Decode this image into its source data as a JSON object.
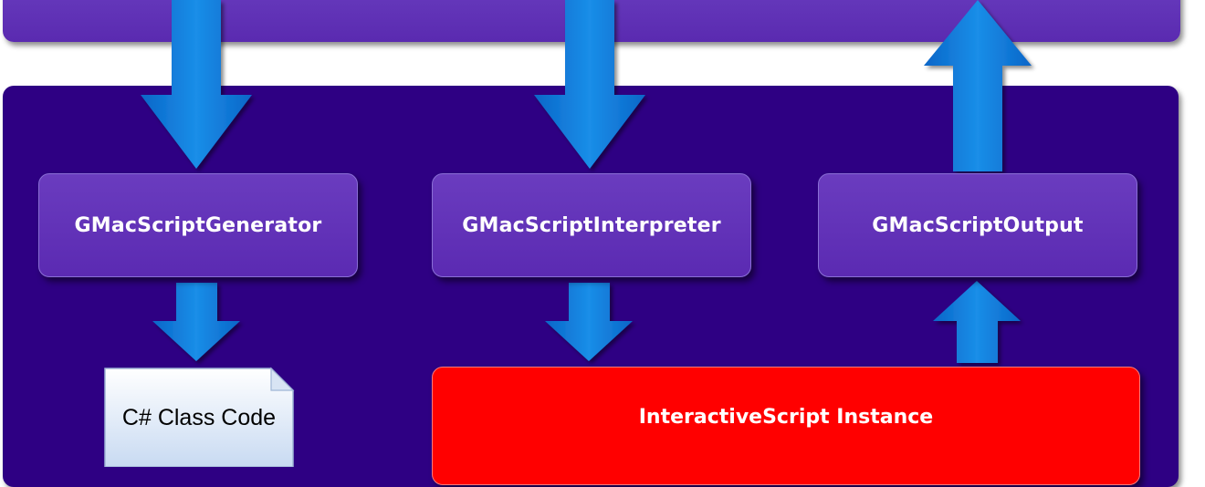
{
  "diagram": {
    "components": {
      "generator": "GMacScriptGenerator",
      "interpreter": "GMacScriptInterpreter",
      "output": "GMacScriptOutput"
    },
    "document": {
      "label": "C# Class Code"
    },
    "instance": {
      "label": "InteractiveScript Instance"
    },
    "colors": {
      "top_panel": "#5a2ab0",
      "main_panel": "#2e0083",
      "component_box": "#5b2ab2",
      "arrow": "#0078d7",
      "instance_box": "#ff0000",
      "document": "#e6effa"
    }
  }
}
